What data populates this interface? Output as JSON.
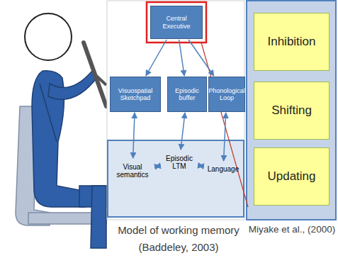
{
  "diagram": {
    "nodes": [
      {
        "text": [
          "Central Executive"
        ]
      },
      {
        "text": [
          "Visuospatial Sketchpad"
        ]
      },
      {
        "text": [
          "Episodic buffer"
        ]
      },
      {
        "text": [
          "Phonological Loop"
        ]
      },
      {
        "text": [
          "Visual semantics"
        ]
      },
      {
        "text": [
          "Episodic LTM"
        ]
      },
      {
        "text": [
          "Language"
        ]
      },
      {
        "text": [
          "Inhibition"
        ]
      },
      {
        "text": [
          "Shifting"
        ]
      },
      {
        "text": [
          "Updating"
        ]
      }
    ],
    "edges": [
      {
        "from": 0,
        "to": 1,
        "arrow": "to"
      },
      {
        "from": 0,
        "to": 2,
        "arrow": "to"
      },
      {
        "from": 0,
        "to": 3,
        "arrow": "to"
      },
      {
        "from": 1,
        "to": 4,
        "arrow": "both"
      },
      {
        "from": 2,
        "to": 5,
        "arrow": "both"
      },
      {
        "from": 3,
        "to": 6,
        "arrow": "both"
      },
      {
        "from": 4,
        "to": 5,
        "arrow": "both"
      },
      {
        "from": 5,
        "to": 6,
        "arrow": "both"
      }
    ],
    "labels": [
      "Model of working memory",
      "(Baddeley, 2003)",
      "Miyake et al., (2000)"
    ]
  }
}
